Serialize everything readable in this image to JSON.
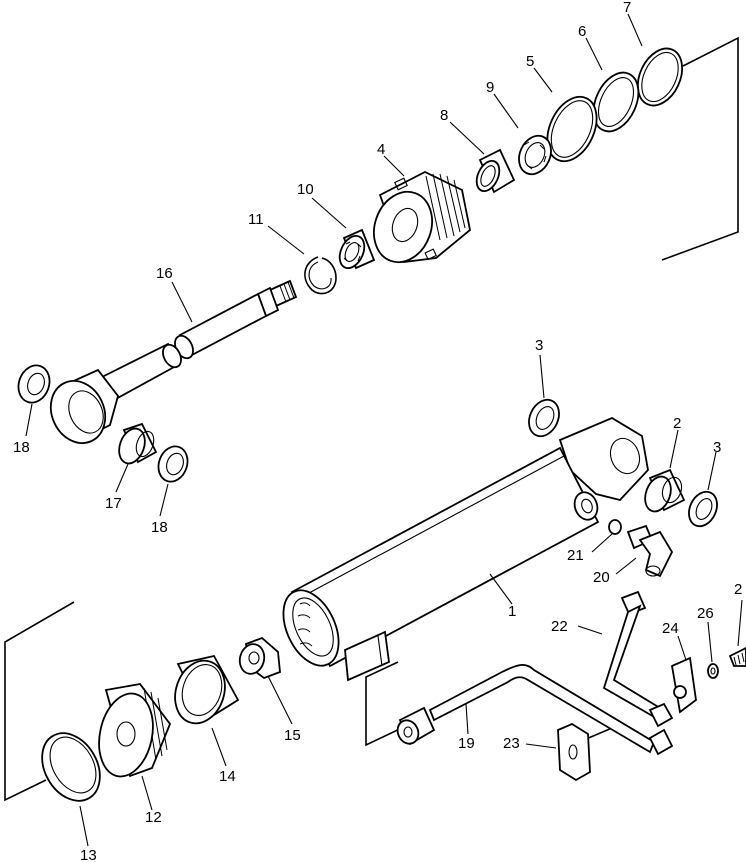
{
  "diagram": {
    "type": "exploded-parts-view",
    "callouts": [
      {
        "id": "c1",
        "label": "1"
      },
      {
        "id": "c2",
        "label": "2"
      },
      {
        "id": "c3a",
        "label": "3"
      },
      {
        "id": "c3b",
        "label": "3"
      },
      {
        "id": "c4",
        "label": "4"
      },
      {
        "id": "c5",
        "label": "5"
      },
      {
        "id": "c6",
        "label": "6"
      },
      {
        "id": "c7",
        "label": "7"
      },
      {
        "id": "c8",
        "label": "8"
      },
      {
        "id": "c9",
        "label": "9"
      },
      {
        "id": "c10",
        "label": "10"
      },
      {
        "id": "c11",
        "label": "11"
      },
      {
        "id": "c12",
        "label": "12"
      },
      {
        "id": "c13",
        "label": "13"
      },
      {
        "id": "c14",
        "label": "14"
      },
      {
        "id": "c15",
        "label": "15"
      },
      {
        "id": "c16",
        "label": "16"
      },
      {
        "id": "c17",
        "label": "17"
      },
      {
        "id": "c18a",
        "label": "18"
      },
      {
        "id": "c18b",
        "label": "18"
      },
      {
        "id": "c19",
        "label": "19"
      },
      {
        "id": "c20",
        "label": "20"
      },
      {
        "id": "c21",
        "label": "21"
      },
      {
        "id": "c22",
        "label": "22"
      },
      {
        "id": "c23",
        "label": "23"
      },
      {
        "id": "c24",
        "label": "24"
      },
      {
        "id": "c25",
        "label": "2"
      },
      {
        "id": "c26",
        "label": "26"
      }
    ]
  }
}
